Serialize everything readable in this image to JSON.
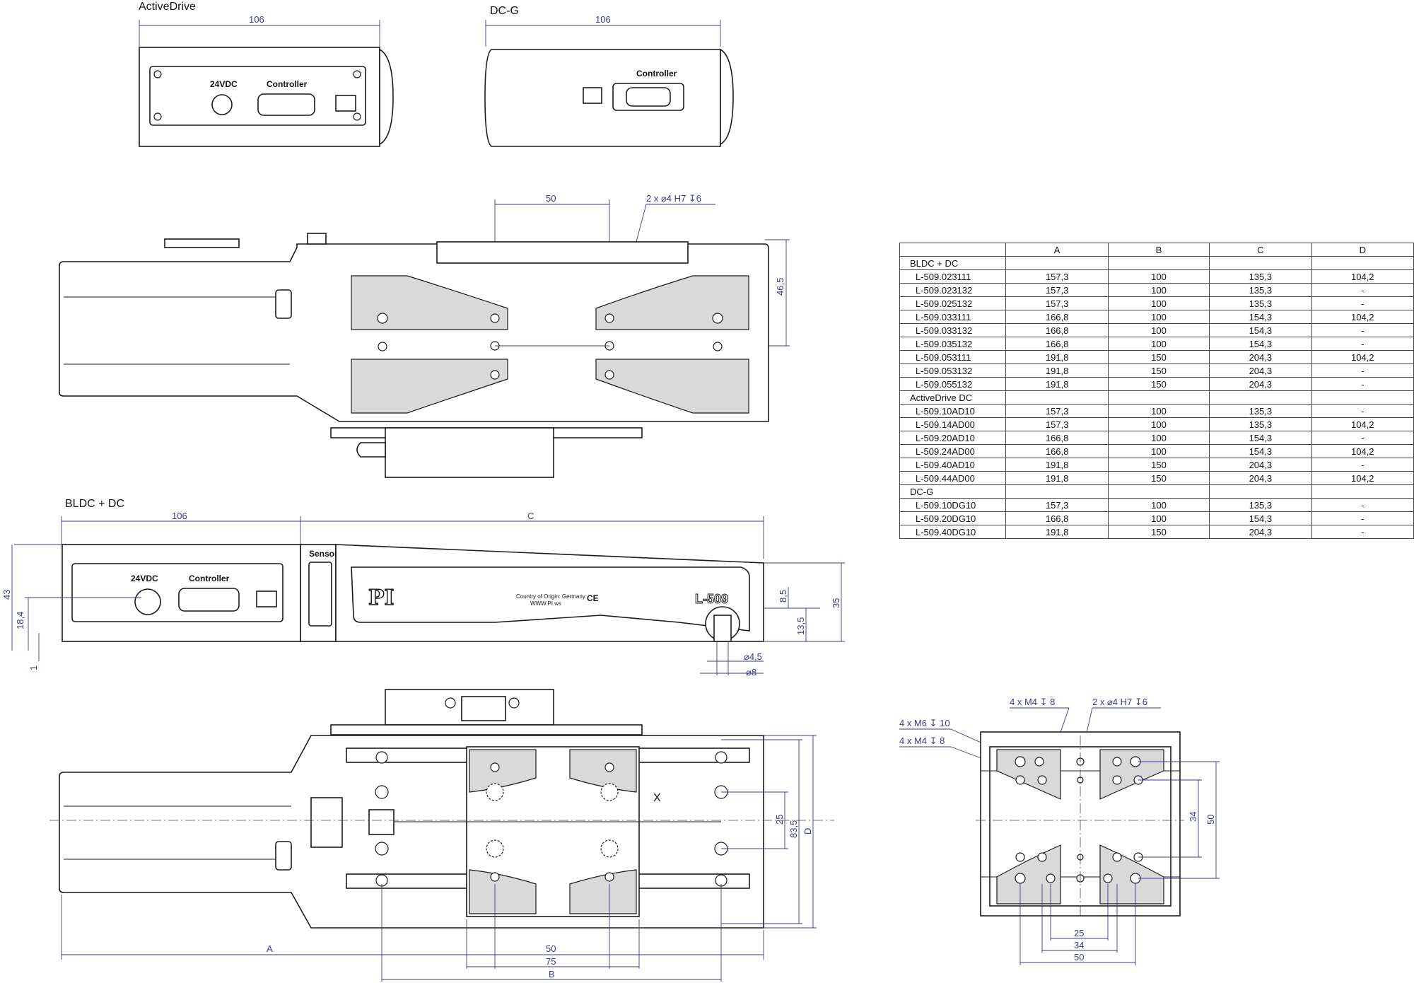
{
  "labels": {
    "active_drive": "ActiveDrive",
    "dc_g": "DC-G",
    "bldc_dc": "BLDC + DC",
    "vdc": "24VDC",
    "controller": "Controller",
    "sensor": "Sensor",
    "logo": "PI",
    "model": "L-509",
    "origin": "Country of Origin: Germany",
    "website": "WWW.PI.ws",
    "ce": "CE",
    "x_mark": "X"
  },
  "dimensions": {
    "top_left_width": "106",
    "top_right_width": "106",
    "pitch_50": "50",
    "hole_spec": "2 x  ⌀4 H7 ↧6",
    "d_46_5": "46,5",
    "side_106": "106",
    "side_c": "C",
    "d_43": "43",
    "d_18_4": "18,4",
    "d_1": "1",
    "d_8_5": "8,5",
    "d_35": "35",
    "d_13_5": "13,5",
    "d_dia4_5": "⌀4,5",
    "d_dia8": "⌀8",
    "d_d": "D",
    "d_25": "25",
    "d_83_5": "83,5",
    "d_a": "A",
    "d_50b": "50",
    "d_75": "75",
    "d_b": "B",
    "r_m4_8a": "4 x M4  ↧ 8",
    "r_h7": "2 x  ⌀4 H7 ↧6",
    "r_m6": "4 x M6  ↧ 10",
    "r_m4_8b": "4 x M4  ↧ 8",
    "r_34v": "34",
    "r_50v": "50",
    "r_25": "25",
    "r_34": "34",
    "r_50": "50"
  },
  "table": {
    "headers": [
      "",
      "A",
      "B",
      "C",
      "D"
    ],
    "groups": [
      {
        "title": "BLDC + DC",
        "rows": [
          [
            "L-509.023111",
            "157,3",
            "100",
            "135,3",
            "104,2"
          ],
          [
            "L-509.023132",
            "157,3",
            "100",
            "135,3",
            "-"
          ],
          [
            "L-509.025132",
            "157,3",
            "100",
            "135,3",
            "-"
          ],
          [
            "L-509.033111",
            "166,8",
            "100",
            "154,3",
            "104,2"
          ],
          [
            "L-509.033132",
            "166,8",
            "100",
            "154,3",
            "-"
          ],
          [
            "L-509.035132",
            "166,8",
            "100",
            "154,3",
            "-"
          ],
          [
            "L-509.053111",
            "191,8",
            "150",
            "204,3",
            "104,2"
          ],
          [
            "L-509.053132",
            "191,8",
            "150",
            "204,3",
            "-"
          ],
          [
            "L-509.055132",
            "191,8",
            "150",
            "204,3",
            "-"
          ]
        ]
      },
      {
        "title": "ActiveDrive DC",
        "rows": [
          [
            "L-509.10AD10",
            "157,3",
            "100",
            "135,3",
            "-"
          ],
          [
            "L-509.14AD00",
            "157,3",
            "100",
            "135,3",
            "104,2"
          ],
          [
            "L-509.20AD10",
            "166,8",
            "100",
            "154,3",
            "-"
          ],
          [
            "L-509.24AD00",
            "166,8",
            "100",
            "154,3",
            "104,2"
          ],
          [
            "L-509.40AD10",
            "191,8",
            "150",
            "204,3",
            "-"
          ],
          [
            "L-509.44AD00",
            "191,8",
            "150",
            "204,3",
            "104,2"
          ]
        ]
      },
      {
        "title": "DC-G",
        "rows": [
          [
            "L-509.10DG10",
            "157,3",
            "100",
            "135,3",
            "-"
          ],
          [
            "L-509.20DG10",
            "166,8",
            "100",
            "154,3",
            "-"
          ],
          [
            "L-509.40DG10",
            "191,8",
            "150",
            "204,3",
            "-"
          ]
        ]
      }
    ]
  }
}
